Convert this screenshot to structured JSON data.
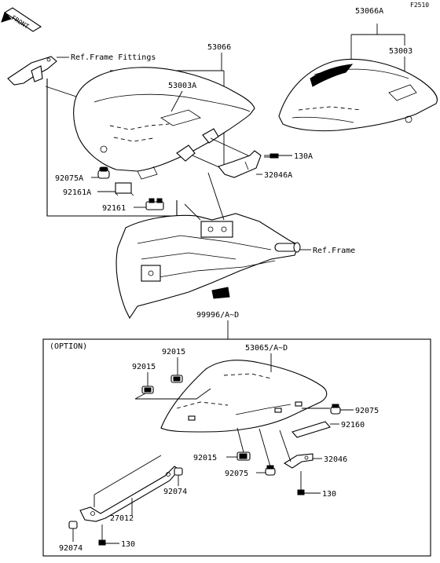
{
  "figure_id": "F2510",
  "front_marker": "FRONT",
  "option_heading": "(OPTION)",
  "labels": {
    "ref_frame_fittings": "Ref.Frame Fittings",
    "ref_frame": "Ref.Frame",
    "p53066": "53066",
    "p53066A": "53066A",
    "p53003": "53003",
    "p53003A": "53003A",
    "p130A": "130A",
    "p32046A": "32046A",
    "p92075A": "92075A",
    "p92161A": "92161A",
    "p92161": "92161",
    "p99996": "99996/A~D",
    "p53065": "53065/A~D",
    "p92015_a": "92015",
    "p92015_b": "92015",
    "p92015_c": "92015",
    "p92075_a": "92075",
    "p92075_b": "92075",
    "p92160": "92160",
    "p32046": "32046",
    "p130_a": "130",
    "p130_b": "130",
    "p92074_a": "92074",
    "p92074_b": "92074",
    "p27012": "27012"
  }
}
